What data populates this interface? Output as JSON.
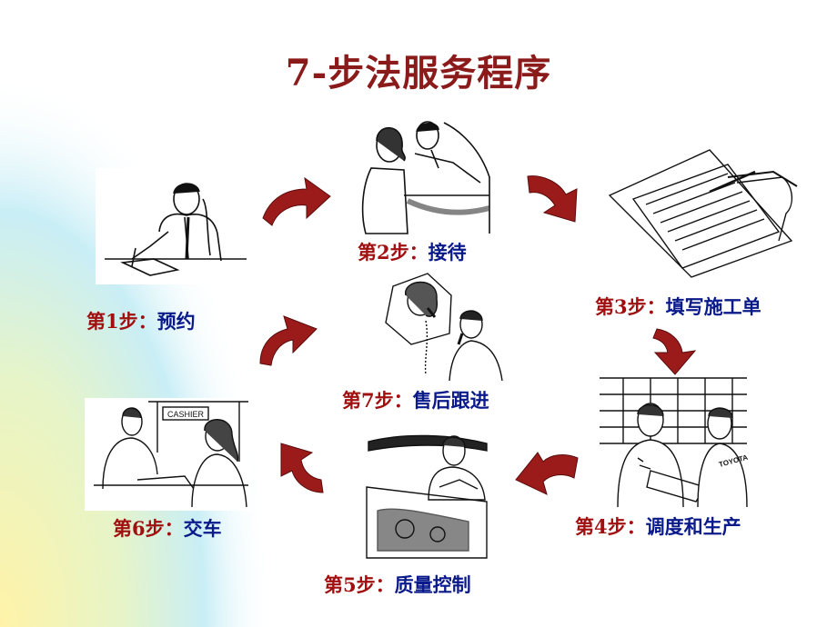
{
  "title": "7-步法服务程序",
  "steps": [
    {
      "num": "第1步：",
      "name": "预约"
    },
    {
      "num": "第2步：",
      "name": "接待"
    },
    {
      "num": "第3步：",
      "name": "填写施工单"
    },
    {
      "num": "第4步：",
      "name": "调度和生产"
    },
    {
      "num": "第5步：",
      "name": "质量控制"
    },
    {
      "num": "第6步：",
      "name": "交车"
    },
    {
      "num": "第7步：",
      "name": "售后跟进"
    }
  ],
  "illustration_text": {
    "cashier_sign": "CASHIER",
    "toyota": "TOYOTA"
  },
  "colors": {
    "title": "#8b1a1a",
    "arrow": "#9b1b1b",
    "step_number": "#a01010",
    "step_name": "#0a1a8a"
  }
}
